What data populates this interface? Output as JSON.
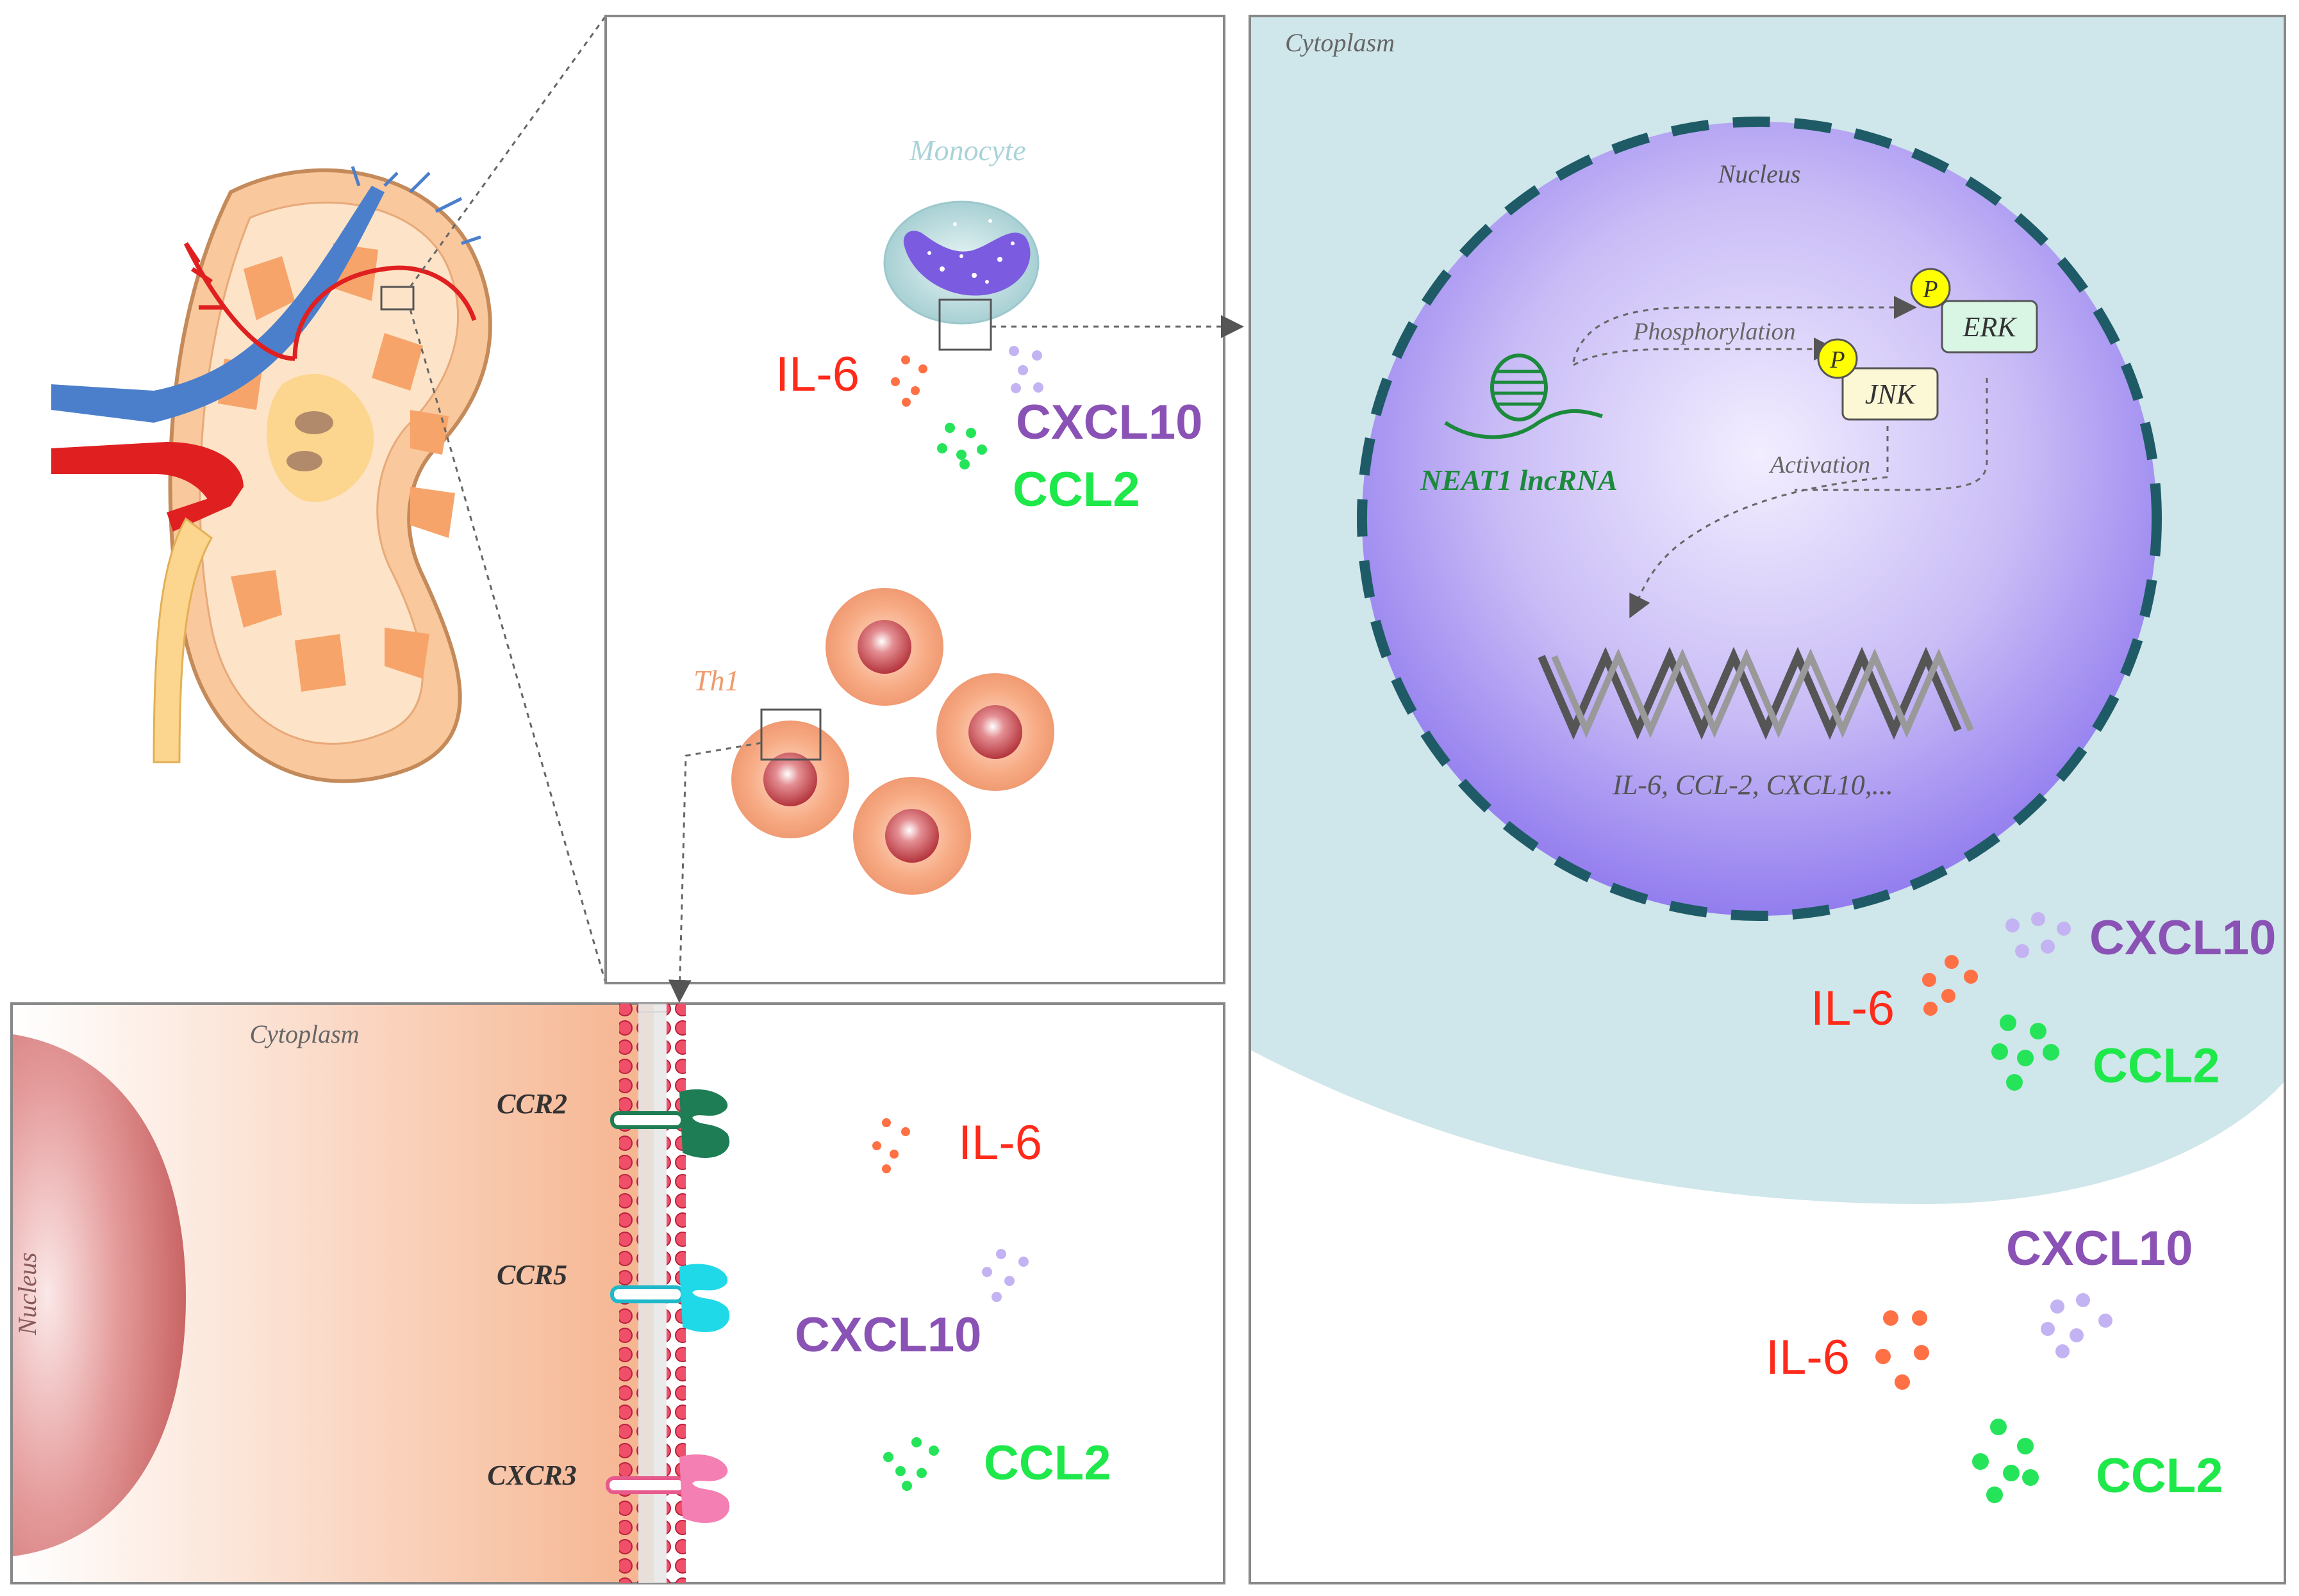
{
  "panel_monocyte": {
    "monocyte_label": "Monocyte",
    "th1_label": "Th1",
    "il6": "IL-6",
    "cxcl10": "CXCL10",
    "ccl2": "CCL2"
  },
  "panel_nucleus": {
    "cytoplasm_label": "Cytoplasm",
    "nucleus_label": "Nucleus",
    "lncrna_label": "NEAT1 lncRNA",
    "phosphorylation_label": "Phosphorylation",
    "activation_label": "Activation",
    "p_label_erk": "P",
    "p_label_jnk": "P",
    "erk_label": "ERK",
    "jnk_label": "JNK",
    "genes_label": "IL-6, CCL-2, CXCL10,...",
    "inner_il6": "IL-6",
    "inner_cxcl10": "CXCL10",
    "inner_ccl2": "CCL2",
    "outer_il6": "IL-6",
    "outer_cxcl10": "CXCL10",
    "outer_ccl2": "CCL2"
  },
  "panel_th1": {
    "cytoplasm_label": "Cytoplasm",
    "nucleus_label": "Nucleus",
    "ccr2_label": "CCR2",
    "ccr5_label": "CCR5",
    "cxcr3_label": "CXCR3",
    "il6": "IL-6",
    "cxcl10": "CXCL10",
    "ccl2": "CCL2"
  },
  "colors": {
    "il6": "#ff2a1a",
    "cxcl10": "#8a52b5",
    "ccl2": "#1ee84a",
    "cytoplasm_teal": "#cfe6ea",
    "nucleus_purple": "#b9a8f2",
    "envelope": "#1f5b66"
  }
}
